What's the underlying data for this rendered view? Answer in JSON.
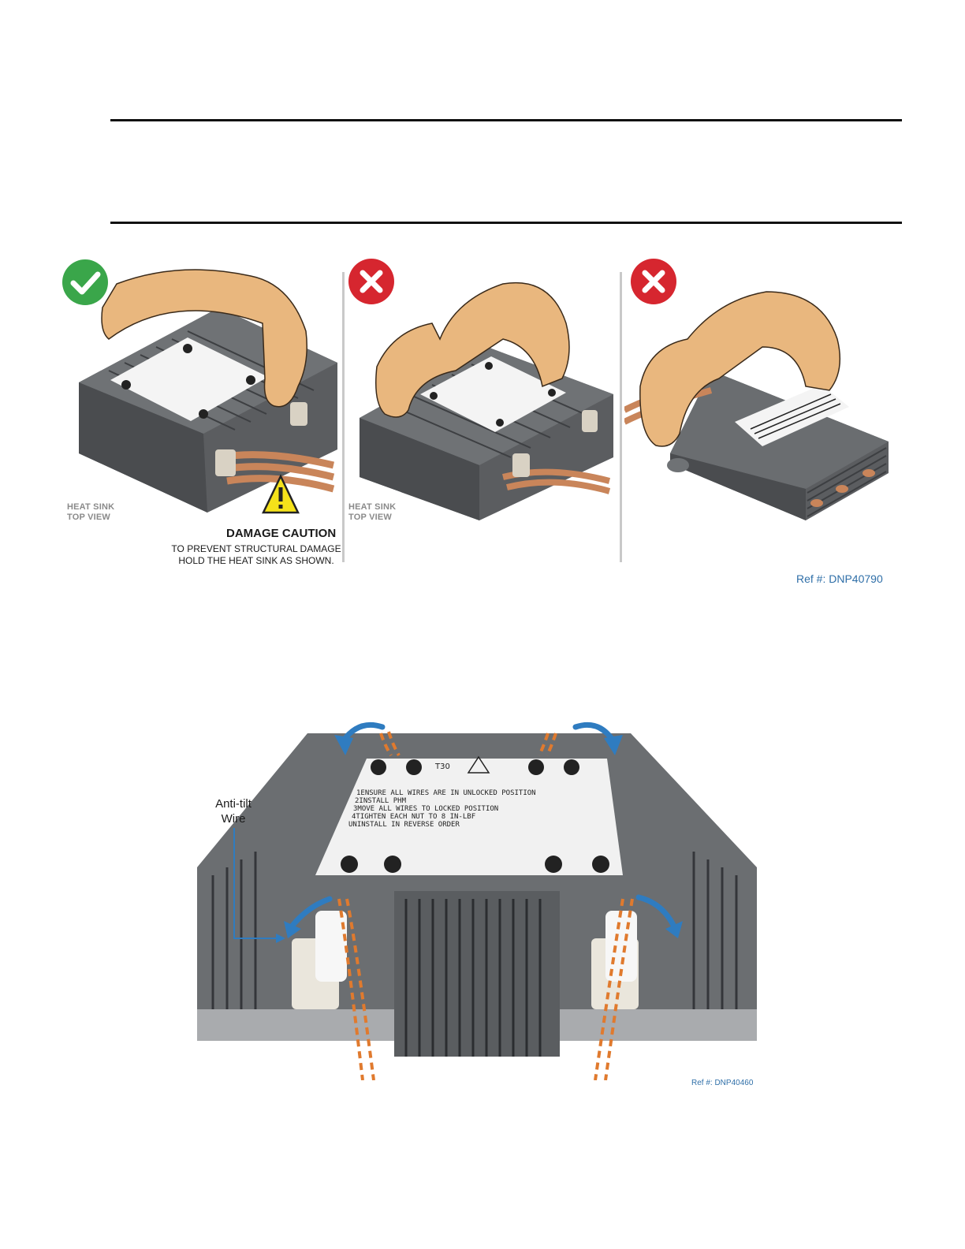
{
  "figure1": {
    "view_label_line1": "HEAT SINK",
    "view_label_line2": "TOP VIEW",
    "caution_title": "DAMAGE CAUTION",
    "caution_line1": "TO PREVENT STRUCTURAL DAMAGE",
    "caution_line2": "HOLD THE HEAT SINK AS SHOWN.",
    "panel2_label_line1": "HEAT SINK",
    "panel2_label_line2": "TOP VIEW",
    "reference": "Ref #: DNP40790",
    "status_icons": [
      "check-icon",
      "x-icon",
      "x-icon"
    ],
    "colors": {
      "ok": "#3aa64a",
      "bad": "#d6262f",
      "warning": "#f5e21a",
      "copper": "#c9855a"
    }
  },
  "figure2": {
    "anti_tilt_line1": "Anti-tilt",
    "anti_tilt_line2": "Wire",
    "reference": "Ref #: DNP40460",
    "label_torque": "T30",
    "label_lines": [
      "1ENSURE ALL WIRES ARE IN UNLOCKED POSITION",
      "2INSTALL PHM",
      "3MOVE ALL WIRES TO LOCKED POSITION",
      "4TIGHTEN EACH NUT TO 8 IN-LBF",
      "UNINSTALL IN REVERSE ORDER"
    ],
    "colors": {
      "arrow": "#2f7cc0",
      "wire_outline": "#e07a2e"
    }
  }
}
